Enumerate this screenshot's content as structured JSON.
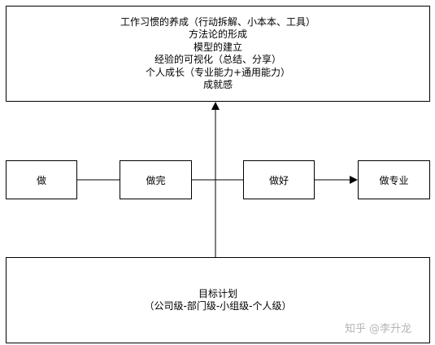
{
  "top_box": {
    "lines": [
      "工作习惯的养成（行动拆解、小本本、工具）",
      "方法论的形成",
      "模型的建立",
      "经验的可视化（总结、分享）",
      "个人成长（专业能力+通用能力）",
      "成就感"
    ]
  },
  "steps": [
    "做",
    "做完",
    "做好",
    "做专业"
  ],
  "bottom_box": {
    "lines": [
      "目标计划",
      "（公司级-部门级-小组级-个人级）"
    ]
  },
  "watermark": "知乎 @李升龙"
}
